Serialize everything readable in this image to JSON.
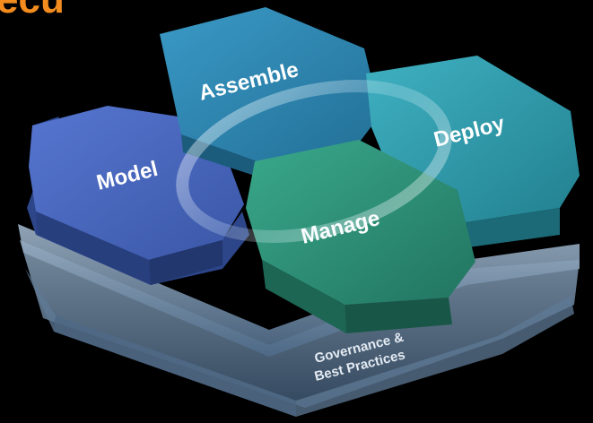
{
  "title_fragment": "ecu",
  "hexagons": {
    "model": {
      "label": "Model",
      "color": "#3f5fb3"
    },
    "assemble": {
      "label": "Assemble",
      "color": "#2a7fa8"
    },
    "deploy": {
      "label": "Deploy",
      "color": "#2b94a6"
    },
    "manage": {
      "label": "Manage",
      "color": "#2c8c76"
    }
  },
  "base": {
    "label_line1": "Governance &",
    "label_line2": "Best Practices",
    "color": "#6f8aa6"
  },
  "background": "#000000",
  "accent_title": "#f28c1e"
}
